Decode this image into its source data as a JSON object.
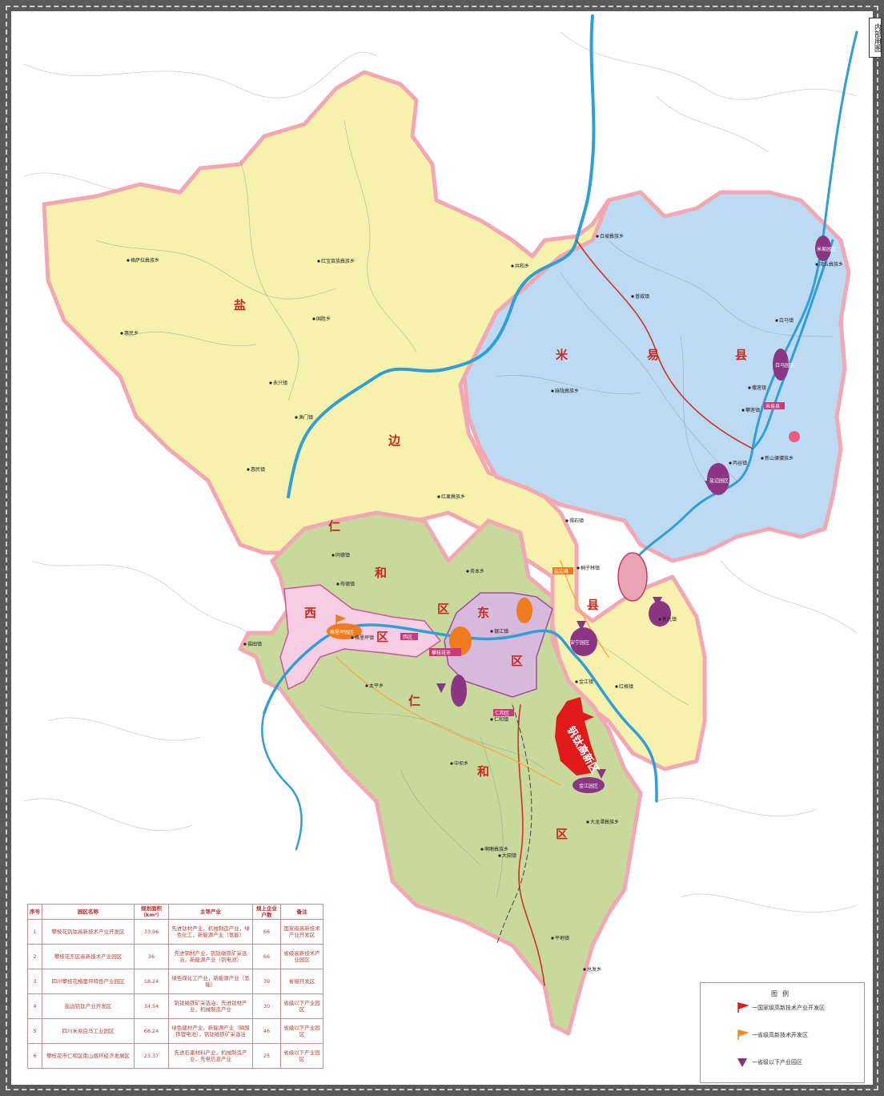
{
  "side_tag": "内部用图",
  "region_labels": {
    "yanbian": [
      "盐",
      "边",
      "县"
    ],
    "miyi": [
      "米",
      "易",
      "县"
    ],
    "renhe_north": [
      "仁",
      "和",
      "区"
    ],
    "renhe_south": [
      "仁",
      "和",
      "区"
    ],
    "xiqu": [
      "西",
      "区"
    ],
    "dongqu": [
      "东",
      "区"
    ]
  },
  "towns": [
    "格萨拉彝族乡",
    "红宝苗族彝族乡",
    "共和乡",
    "国胜乡",
    "惠民乡",
    "永兴镇",
    "渔门镇",
    "惠民镇",
    "红果彝族乡",
    "得石镇",
    "白坡彝族乡",
    "普威镇",
    "白马镇",
    "撒莲镇",
    "攀莲镇",
    "丙谷镇",
    "新山傈僳族乡",
    "湾丘彝族乡",
    "麻陇彝族乡",
    "同德镇",
    "布德镇",
    "务本乡",
    "格里坪镇",
    "福田镇",
    "太平乡",
    "银江镇",
    "金江镇",
    "红格镇",
    "新九镇",
    "桐子林镇",
    "仁和镇",
    "中坝乡",
    "大龙潭彝族乡",
    "啊喇彝族乡",
    "大田镇",
    "平地镇",
    "总发乡"
  ],
  "places": {
    "city": "攀枝花市",
    "renhe_tag": "仁和区",
    "yanbian_tag": "盐边县",
    "miyi_tag": "米易县",
    "xiqu_tag": "西区"
  },
  "park_labels": {
    "vt_high_tech": "钒钛高新区",
    "anning": "安宁园区",
    "gelipin": "格里坪园区",
    "jinjiang": "金江园区",
    "yanbian_park": "盐边园区",
    "baima_park": "白马园区",
    "miyi_park": "米易园区"
  },
  "table": {
    "headers": [
      "序号",
      "园区名称",
      "规划面积（km²）",
      "主导产业",
      "规上企业户数",
      "备注"
    ],
    "rows": [
      [
        "1",
        "攀枝花钒钛高新技术产业开发区",
        "33.96",
        "先进钛材产业，机械制造产业，绿色化工，新能源产业（氢能）",
        "66",
        "国家级高新技术产业开发区"
      ],
      [
        "2",
        "攀枝花东区高新技术产业园区",
        "36",
        "先进钢材产业，钒钛磁铁矿采选冶，新能源产业（钒电池）",
        "66",
        "省级高新技术产业园区"
      ],
      [
        "3",
        "四川攀枝花格里坪特色产业园区",
        "18.24",
        "绿色煤化工产业，新能源产业（氢能）",
        "39",
        "省级开发区"
      ],
      [
        "4",
        "盐边钒钛产业开发区",
        "34.54",
        "钒钛磁铁矿采选冶，先进钛材产业，机械制造产业",
        "30",
        "省级以下产业园区"
      ],
      [
        "5",
        "四川米易白马工业园区",
        "68.24",
        "绿色建材产业，新能源产业（磷酸铁锂电池），钒钛磁铁矿采选冶",
        "46",
        "省级以下产业园区"
      ],
      [
        "6",
        "攀枝花市仁和区南山循环经济发展区",
        "23.37",
        "先进石墨材料产业，机械制造产业，先电信息产业",
        "25",
        "省级以下产业园区"
      ]
    ]
  },
  "legend": {
    "title": "图例",
    "items": [
      {
        "label": "一国家级高新技术产业开发区",
        "color": "#e0181a",
        "icon": "red-flag-icon"
      },
      {
        "label": "一省级高新技术开发区",
        "color": "#f08a1e",
        "icon": "orange-flag-icon"
      },
      {
        "label": "一省级以下产业园区",
        "color": "#8a2f7c",
        "icon": "purple-pin-icon"
      }
    ]
  },
  "colors": {
    "yanbian": "#f6f1ad",
    "miyi": "#bcdaf2",
    "renhe": "#c7d99b",
    "xiqu": "#f7cde3",
    "dongqu": "#d6b9dc",
    "boundary": "#f2a7b3",
    "river": "#2f9fd7",
    "road_red": "#d23028",
    "road_orange": "#f5a94a",
    "park_purple": "#8b3583",
    "park_orange": "#ef7b1d",
    "park_red": "#e01a1b"
  }
}
